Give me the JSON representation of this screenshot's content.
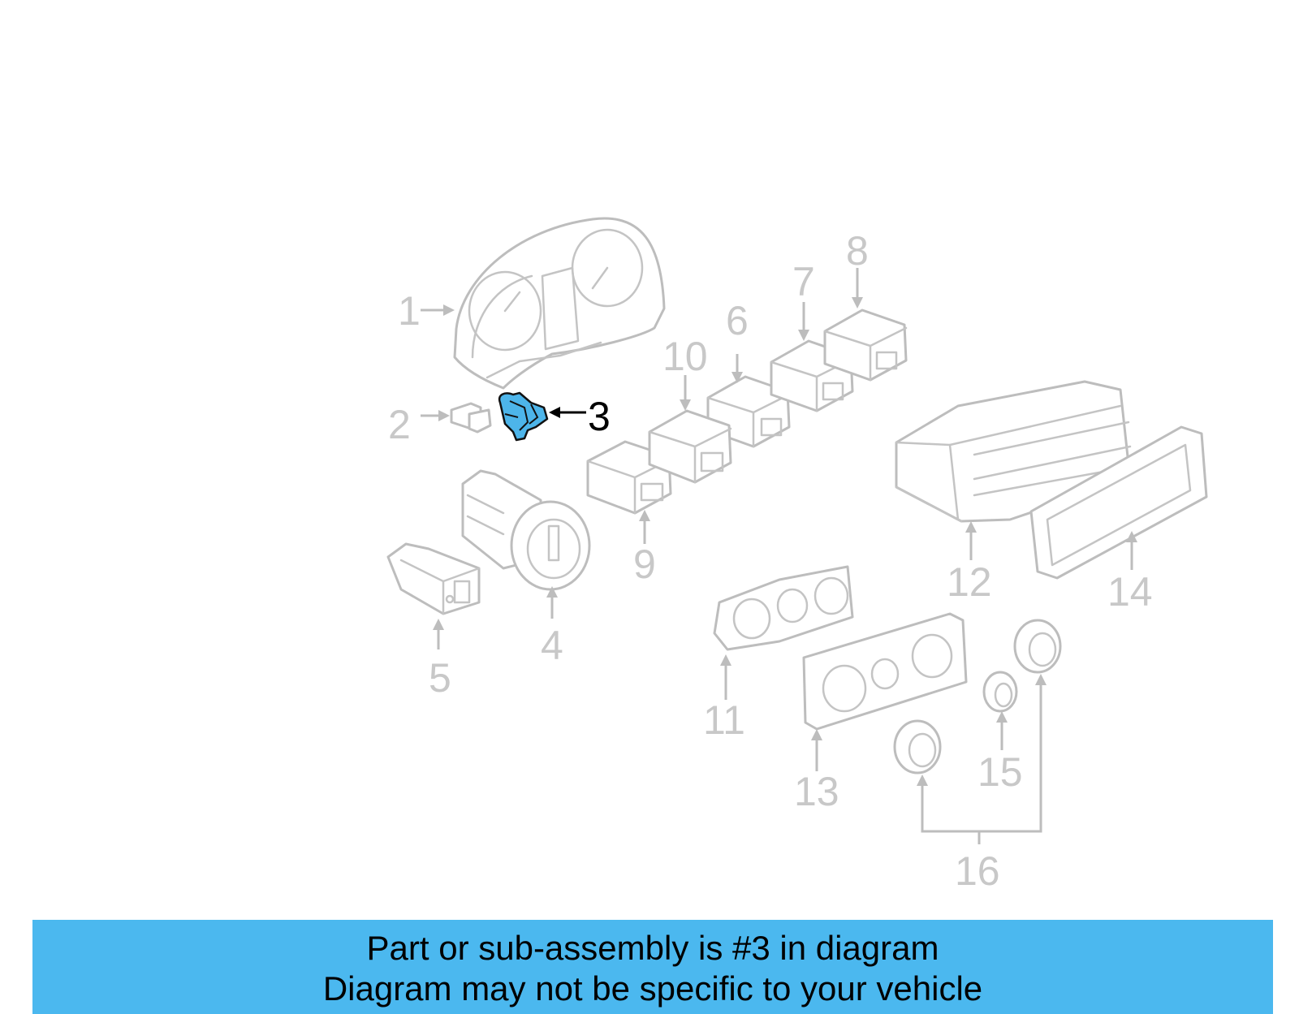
{
  "diagram": {
    "callouts": [
      "1",
      "2",
      "3",
      "4",
      "5",
      "6",
      "7",
      "8",
      "9",
      "10",
      "11",
      "12",
      "13",
      "14",
      "15",
      "16"
    ],
    "highlighted_callout": "3",
    "colors": {
      "highlight": "#4db5ea",
      "banner": "#4bb8ef",
      "inactive": "#c8c8c8"
    }
  },
  "banner": {
    "line1": "Part or sub-assembly is #3 in diagram",
    "line2": "Diagram may not be specific to your vehicle"
  }
}
